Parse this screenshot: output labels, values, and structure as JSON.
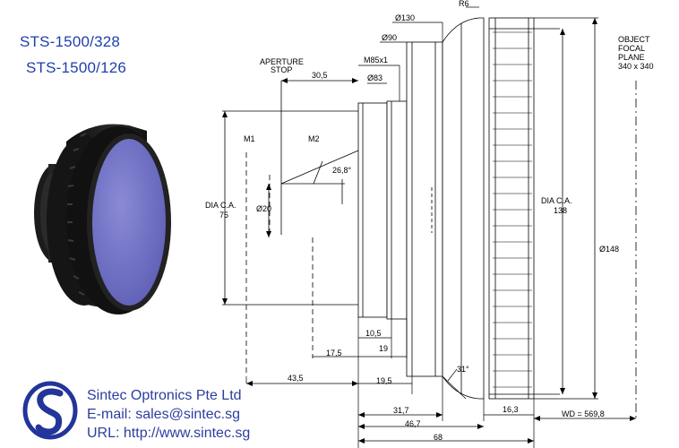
{
  "models": [
    "STS-1500/328",
    "STS-1500/126"
  ],
  "company": {
    "name": "Sintec Optronics Pte Ltd",
    "email": "E-mail: sales@sintec.sg",
    "url": "URL: http://www.sintec.sg"
  },
  "labels": {
    "aperture_stop_1": "APERTURE",
    "aperture_stop_2": "STOP",
    "m1": "M1",
    "m2": "M2",
    "dia_ca_left_1": "DIA C.A.",
    "dia_ca_left_2": "75",
    "phi20": "Ø20",
    "angle_268": "26,8°",
    "thread": "M85x1",
    "phi83": "Ø83",
    "phi90": "Ø90",
    "phi130": "Ø130",
    "r6": "R6",
    "dia_ca_right_1": "DIA C.A.",
    "dia_ca_right_2": "138",
    "phi148": "Ø148",
    "object_1": "OBJECT",
    "object_2": "FOCAL",
    "object_3": "PLANE",
    "object_4": "340 x 340",
    "angle_31": "31°"
  },
  "dimensions": {
    "d305": "30,5",
    "d105": "10,5",
    "d19": "19",
    "d175": "17,5",
    "d435": "43,5",
    "d195": "19,5",
    "d317": "31,7",
    "d467": "46,7",
    "d68": "68",
    "d163": "16,3",
    "wd": "WD = 569,8"
  },
  "colors": {
    "model_text": "#1f3fae",
    "company_text": "#2c3e9f",
    "lens_glass": "#7070c6",
    "lens_body": "#1a1a1a",
    "logo": "#23359a"
  }
}
